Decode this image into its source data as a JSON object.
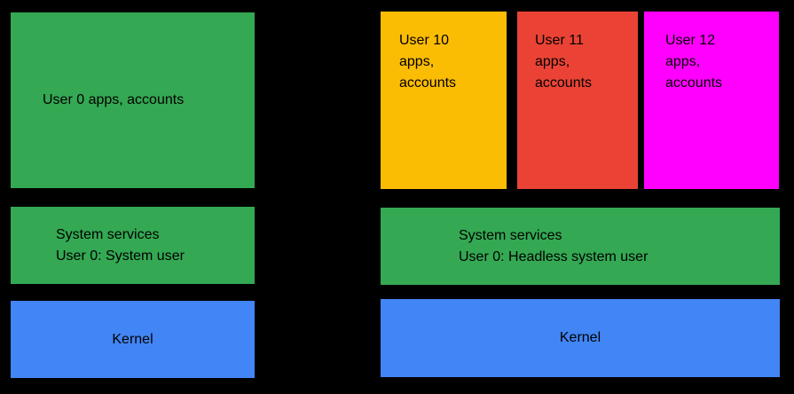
{
  "canvas": {
    "background": "#000000",
    "text_color": "#000000"
  },
  "colors": {
    "green": "#34A853",
    "blue": "#4285F4",
    "yellow": "#FBBC04",
    "red": "#EA4335",
    "magenta": "#FF00FF"
  },
  "left_column": {
    "user_apps_box": {
      "label": "User 0 apps, accounts",
      "color": "#34A853"
    },
    "system_services_box": {
      "lines": [
        "System services",
        "User 0: System user"
      ],
      "color": "#34A853"
    },
    "kernel_box": {
      "label": "Kernel",
      "color": "#4285F4"
    }
  },
  "right_column": {
    "user_boxes": [
      {
        "lines": [
          "User 10",
          "apps,",
          "accounts"
        ],
        "color": "#FBBC04"
      },
      {
        "lines": [
          "User 11",
          "apps,",
          "accounts"
        ],
        "color": "#EA4335"
      },
      {
        "lines": [
          "User 12",
          "apps,",
          "accounts"
        ],
        "color": "#FF00FF"
      }
    ],
    "system_services_box": {
      "lines": [
        "System services",
        "User 0: Headless system user"
      ],
      "color": "#34A853"
    },
    "kernel_box": {
      "label": "Kernel",
      "color": "#4285F4"
    }
  }
}
